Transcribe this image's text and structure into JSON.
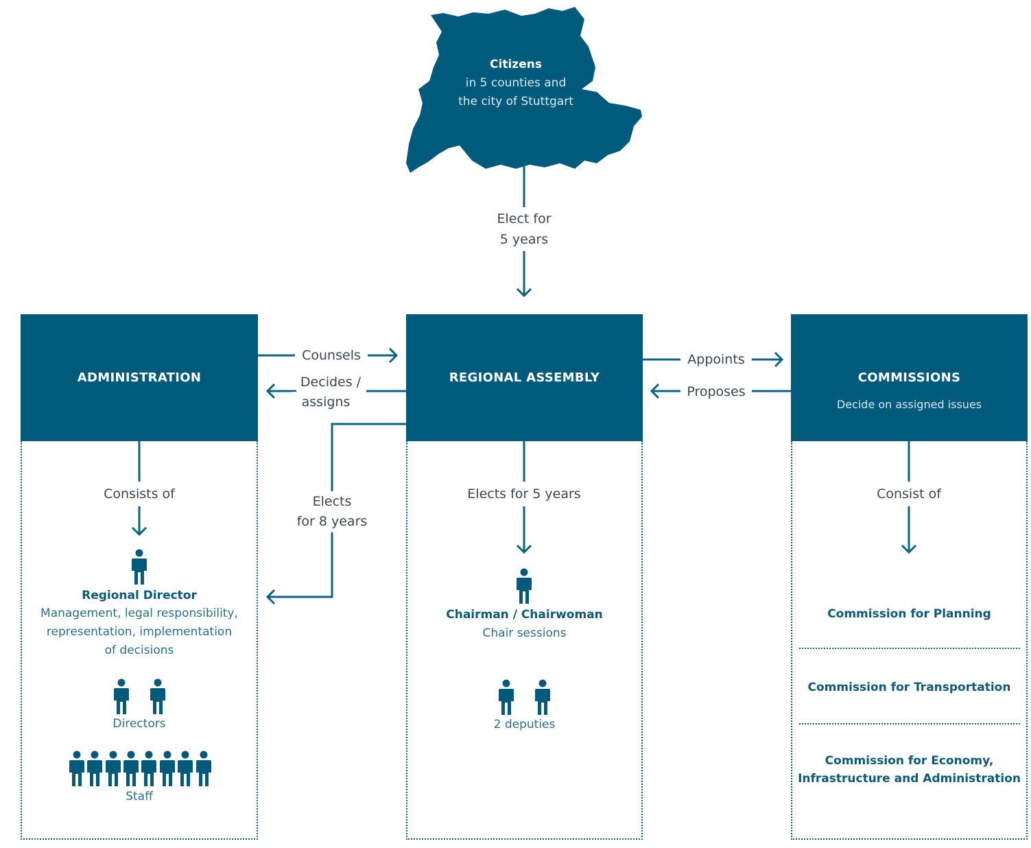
{
  "citizens": {
    "title": "Citizens",
    "line1": "in 5 counties and",
    "line2": "the city of Stuttgart"
  },
  "elect_citizens": {
    "line1": "Elect for",
    "line2": "5 years"
  },
  "administration": {
    "title": "ADMINISTRATION",
    "consists_label": "Consists of",
    "director_name": "Regional Director",
    "director_desc1": "Management, legal responsibility,",
    "director_desc2": "representation, implementation",
    "director_desc3": "of decisions",
    "directors_label": "Directors",
    "staff_label": "Staff"
  },
  "assembly": {
    "title": "REGIONAL ASSEMBLY",
    "elects_label": "Elects for 5 years",
    "chair_name": "Chairman / Chairwoman",
    "chair_desc": "Chair sessions",
    "deputies_label": "2 deputies"
  },
  "commissions": {
    "title": "COMMISSIONS",
    "subtitle": "Decide on assigned issues",
    "consist_label": "Consist of",
    "items": [
      {
        "line1": "Commission for Planning",
        "line2": ""
      },
      {
        "line1": "Commission for Transportation",
        "line2": ""
      },
      {
        "line1": "Commission for Economy,",
        "line2": "Infrastructure and Administration"
      }
    ]
  },
  "arrows": {
    "counsels": "Counsels",
    "decides1": "Decides /",
    "decides2": "assigns",
    "elects1": "Elects",
    "elects2": "for 8 years",
    "appoints": "Appoints",
    "proposes": "Proposes"
  },
  "colors": {
    "primary": "#005a7b",
    "line": "#0b6483"
  },
  "icons": {
    "person": "person-icon",
    "map": "region-map-icon"
  }
}
